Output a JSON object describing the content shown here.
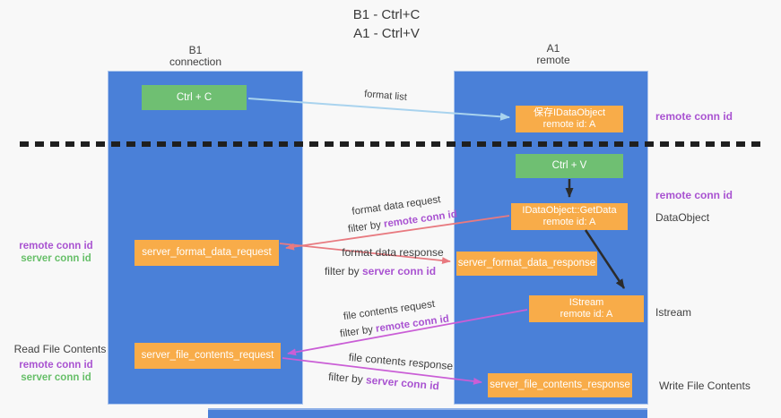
{
  "title": {
    "line1": "B1 - Ctrl+C",
    "line2": "A1 - Ctrl+V"
  },
  "lifelines": {
    "left": {
      "name": "B1",
      "role": "connection"
    },
    "right": {
      "name": "A1",
      "role": "remote"
    }
  },
  "nodes": {
    "ctrl_c": {
      "label": "Ctrl + C"
    },
    "ctrl_v": {
      "label": "Ctrl + V"
    },
    "save_dataobject": {
      "line1": "保存IDataObject",
      "line2": "remote id: A"
    },
    "getdata": {
      "line1": "IDataObject::GetData",
      "line2": "remote id: A"
    },
    "istream": {
      "line1": "IStream",
      "line2": "remote id: A"
    },
    "server_format_data_request": {
      "label": "server_format_data_request"
    },
    "server_format_data_response": {
      "label": "server_format_data_response"
    },
    "server_file_contents_request": {
      "label": "server_file_contents_request"
    },
    "server_file_contents_response": {
      "label": "server_file_contents_response"
    }
  },
  "edges": {
    "format_list": {
      "label": "format list"
    },
    "format_data_request": {
      "label": "format data request",
      "filter_prefix": "filter by",
      "filter_key": "remote conn id"
    },
    "format_data_response": {
      "label": "format data response",
      "filter_prefix": "filter by",
      "filter_key": "server conn id"
    },
    "file_contents_request": {
      "label": "file contents request",
      "filter_prefix": "filter by",
      "filter_key": "remote conn id"
    },
    "file_contents_response": {
      "label": "file contents response",
      "filter_prefix": "filter by",
      "filter_key": "server conn id"
    }
  },
  "annotations": {
    "right_remote_conn_id_top": "remote conn id",
    "right_remote_conn_id_mid": "remote conn id",
    "right_dataobject": "DataObject",
    "right_istream": "Istream",
    "right_write_file_contents": "Write File Contents",
    "left_remote_conn_id_top": "remote conn id",
    "left_server_conn_id_top": "server conn id",
    "left_read_file_contents": "Read File Contents",
    "left_remote_conn_id_bottom": "remote conn id",
    "left_server_conn_id_bottom": "server conn id"
  },
  "colors": {
    "column_blue": "#4a80d8",
    "box_orange": "#f8ac49",
    "box_green": "#6fbf72",
    "arrow_light_blue": "#a9d3ee",
    "arrow_red": "#e87a80",
    "arrow_magenta": "#ca5ed6",
    "arrow_black": "#2b2b2b",
    "text_purple": "#a953d1",
    "text_green": "#67bf69"
  }
}
